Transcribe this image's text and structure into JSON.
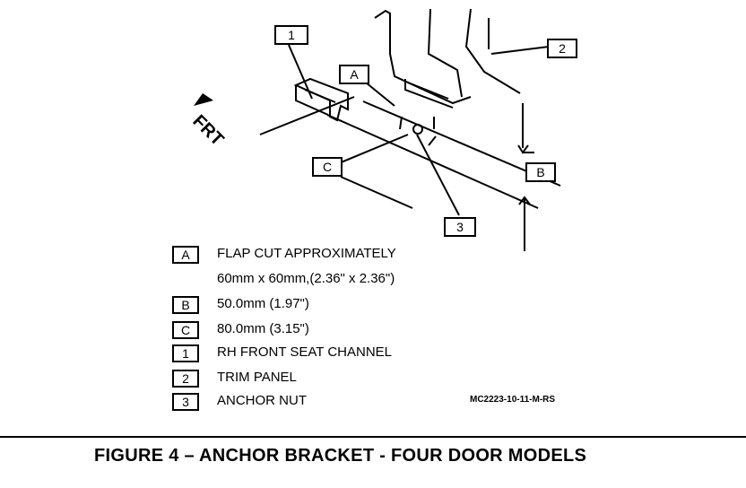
{
  "callouts": {
    "c1": "1",
    "c2": "2",
    "c3": "3",
    "cA": "A",
    "cB": "B",
    "cC": "C"
  },
  "direction_label": "FRT",
  "legend": [
    {
      "key": "A",
      "text": "FLAP CUT APPROXIMATELY",
      "subtext": "60mm x 60mm,(2.36\" x 2.36\")"
    },
    {
      "key": "B",
      "text": "50.0mm (1.97\")"
    },
    {
      "key": "C",
      "text": "80.0mm (3.15\")"
    },
    {
      "key": "1",
      "text": "RH FRONT SEAT CHANNEL"
    },
    {
      "key": "2",
      "text": "TRIM PANEL"
    },
    {
      "key": "3",
      "text": "ANCHOR NUT"
    }
  ],
  "figure_code": "MC2223-10-11-M-RS",
  "caption": "FIGURE 4 – ANCHOR BRACKET - FOUR DOOR MODELS"
}
